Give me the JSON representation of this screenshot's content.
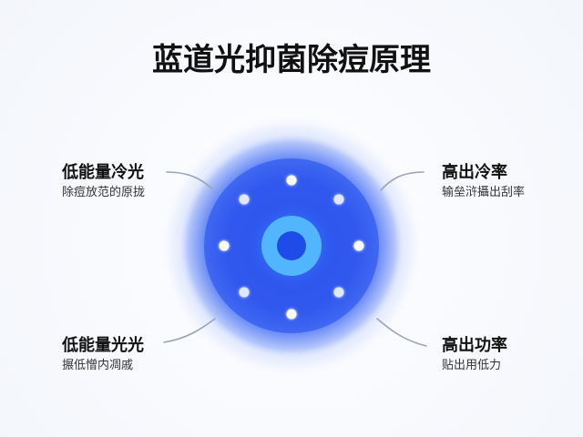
{
  "title": "蓝道光抑菌除痘原理",
  "labels": {
    "top_left": {
      "head": "低能量冷光",
      "sub": "除痘放范的原拢"
    },
    "bottom_left": {
      "head": "低能量光光",
      "sub": "搌低憎内凋戚"
    },
    "top_right": {
      "head": "高出冷率",
      "sub": "输垒浒攝出刮率"
    },
    "bottom_right": {
      "head": "高出功率",
      "sub": "贴出用低力"
    }
  },
  "colors": {
    "outer_glow": "#a9bdfb",
    "main_blue": "#3b63f0",
    "deep_blue": "#2347e6",
    "ring_light": "#4fb8ff",
    "center_dark": "#1f4fe8",
    "dot_white": "#ffffff",
    "leader_line": "#9aa3b5"
  },
  "icons": {
    "center": "light-emitter-icon",
    "dots": "light-point-icon"
  }
}
